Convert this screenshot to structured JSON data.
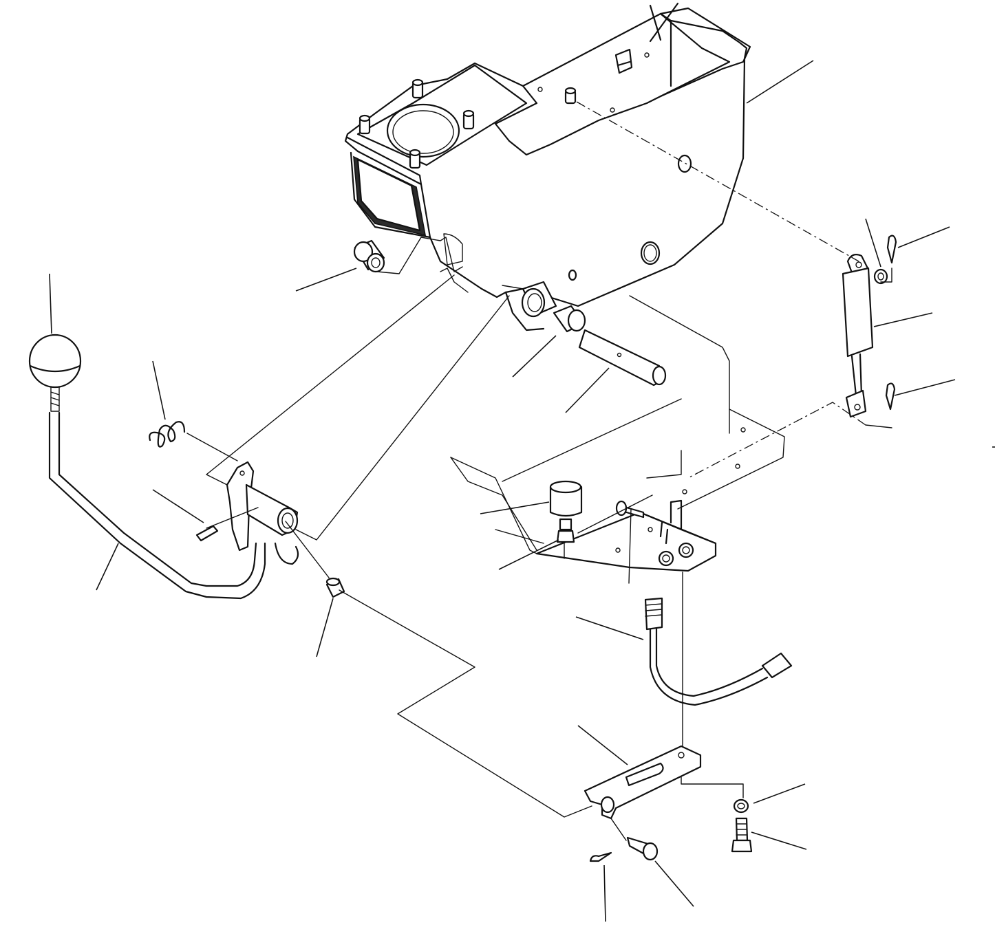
{
  "figure": {
    "background": "#ffffff",
    "line_color": "#111111",
    "components": [
      "console-housing",
      "gear-shift-lever",
      "shift-knob",
      "compression-spring",
      "lever-pivot-bracket",
      "roll-pin",
      "bushing",
      "pivot-shaft",
      "gas-spring",
      "cotter-pin",
      "washer",
      "mounting-bracket",
      "rubber-stop",
      "shift-cable",
      "lock-plate",
      "clevis-pin",
      "bolt",
      "nut"
    ]
  }
}
